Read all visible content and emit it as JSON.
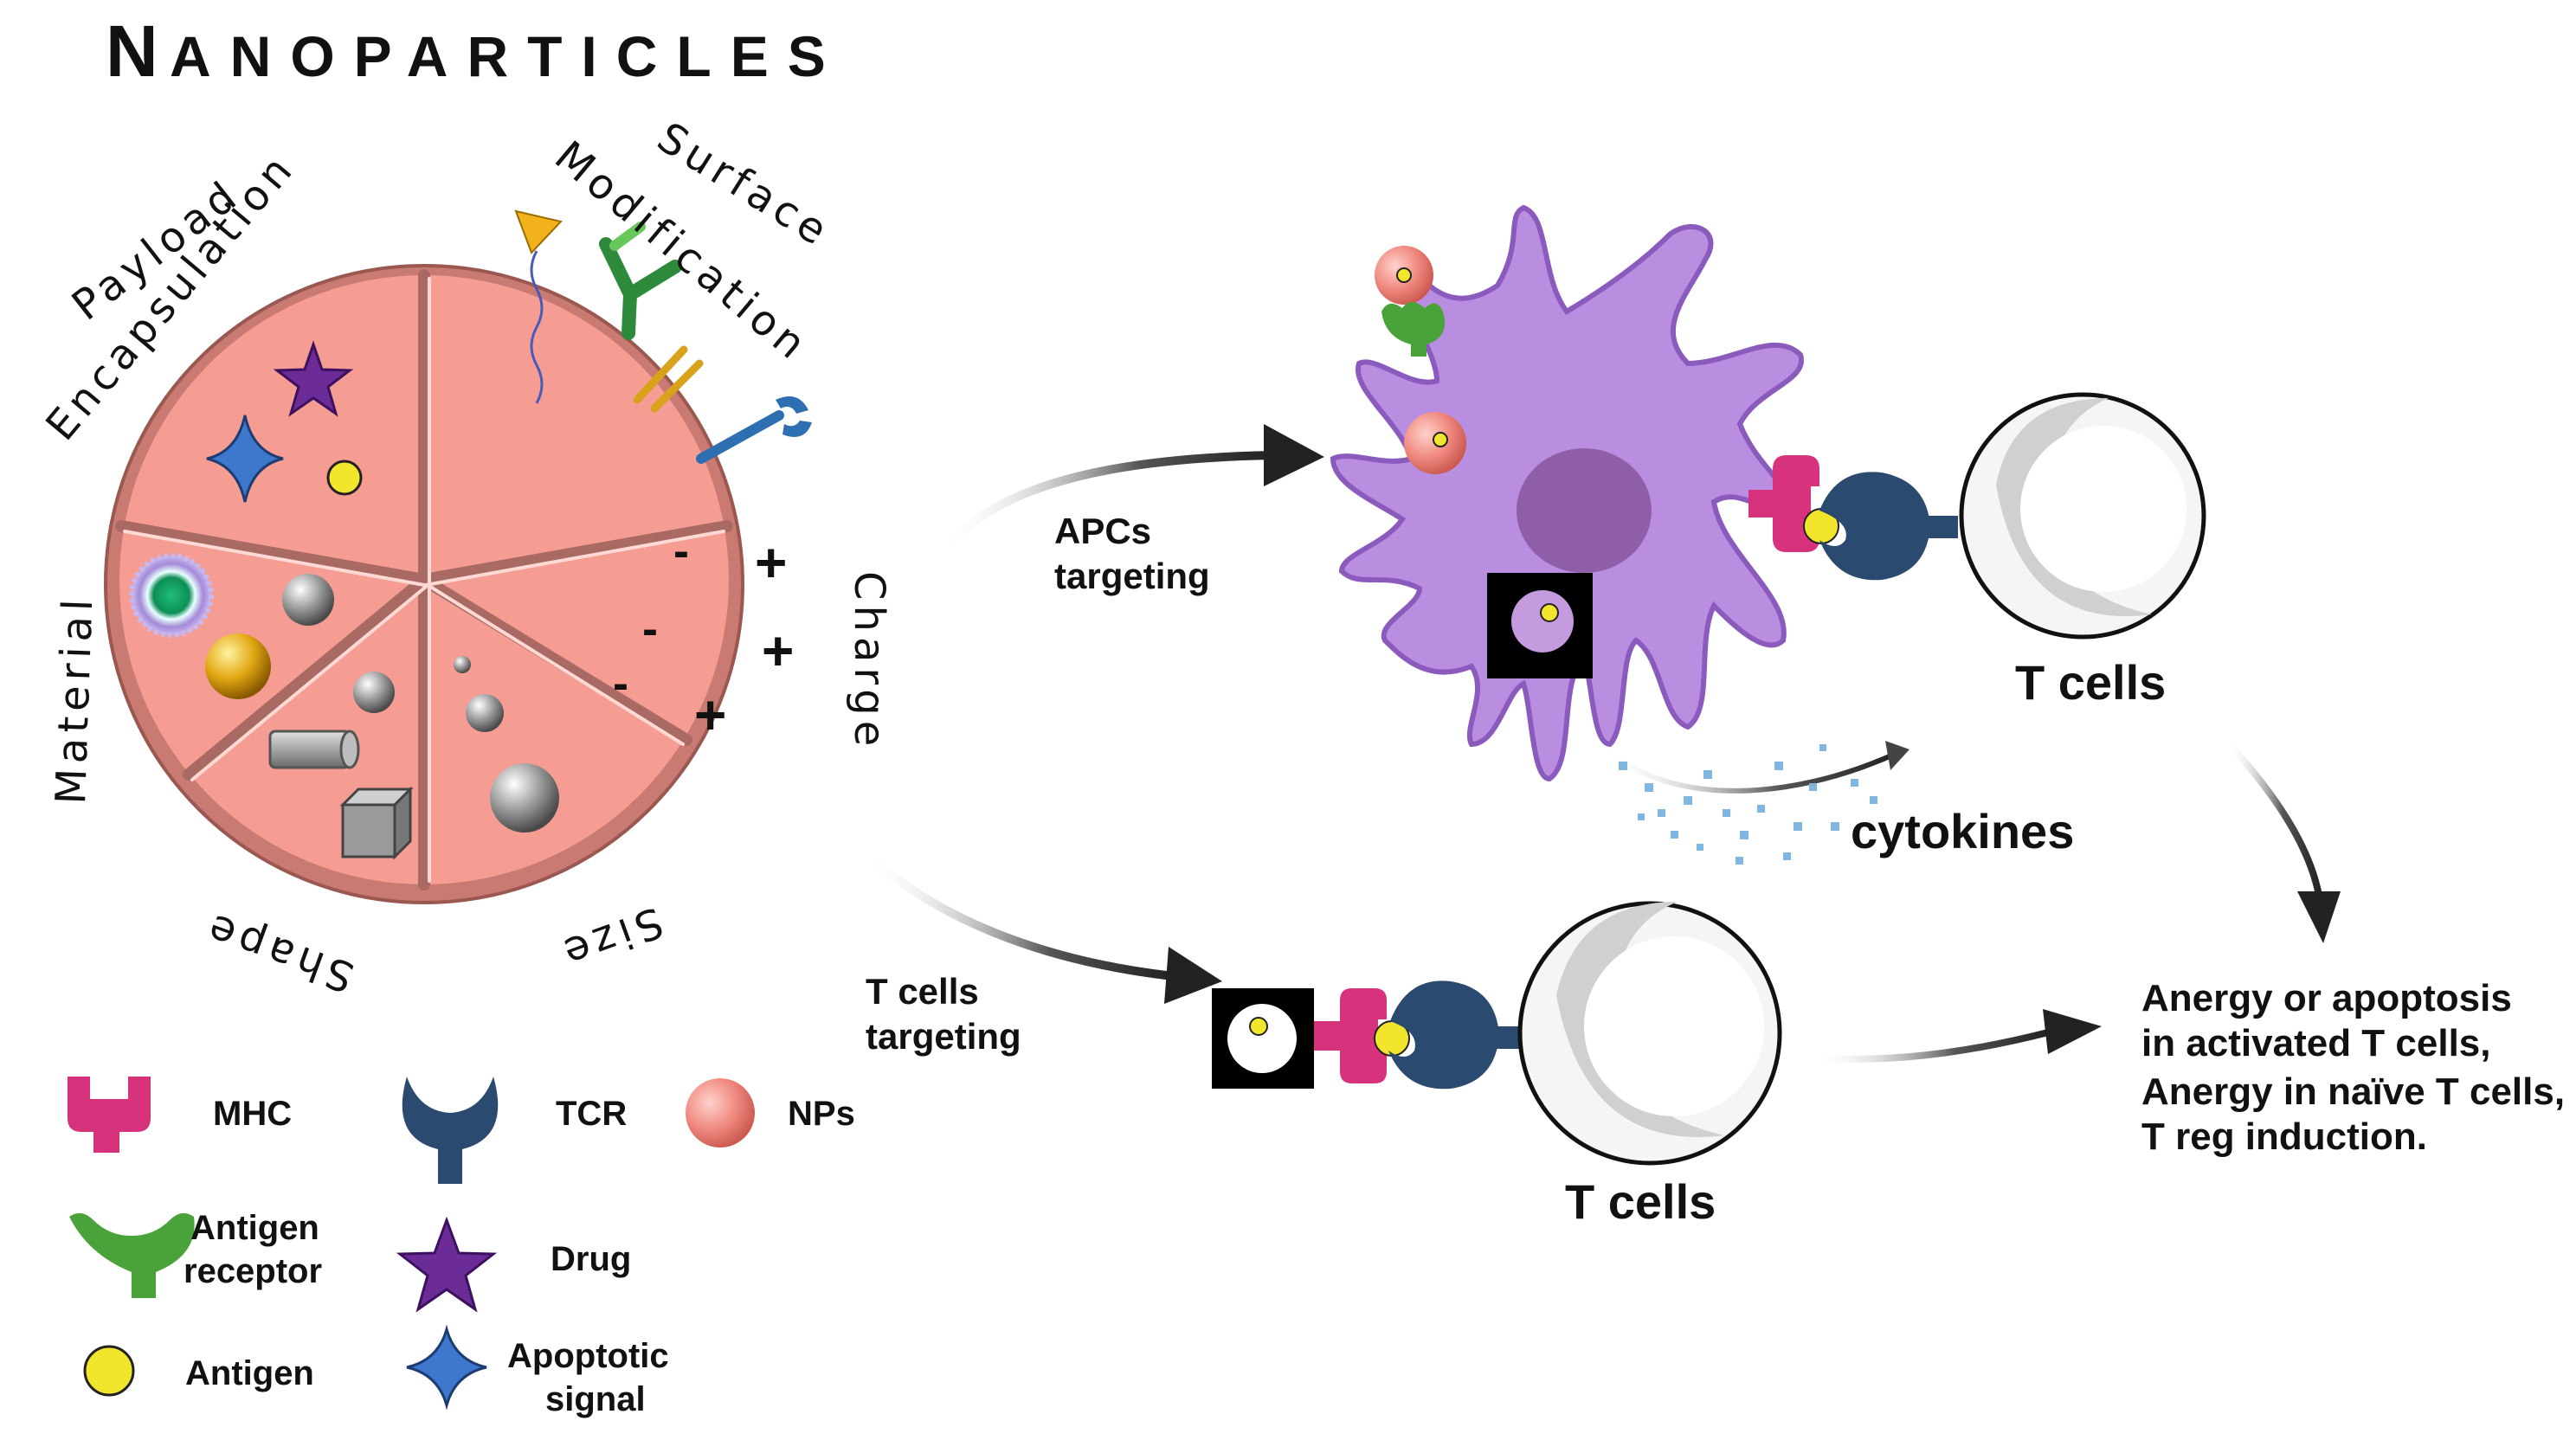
{
  "title": {
    "initial": "N",
    "rest": "ANOPARTICLES"
  },
  "wheel": {
    "payload_line1": "Payload",
    "payload_line2": "Encapsulation",
    "surface_line1": "Surface",
    "surface_line2": "Modification",
    "charge": "Charge",
    "size": "Size",
    "shape": "Shape",
    "material": "Material",
    "minus_sign": "-",
    "plus_sign": "+"
  },
  "arrows": {
    "apc_line1": "APCs",
    "apc_line2": "targeting",
    "tcell_line1": "T cells",
    "tcell_line2": "targeting"
  },
  "labels": {
    "tcells_top": "T cells",
    "tcells_bottom": "T cells",
    "cytokines": "cytokines"
  },
  "outcome": {
    "line1": "Anergy or apoptosis",
    "line2": "in activated T cells,",
    "line3": "Anergy in naïve T cells,",
    "line4": "T reg induction."
  },
  "legend": {
    "mhc": "MHC",
    "tcr": "TCR",
    "nps": "NPs",
    "antigen_receptor_line1": "Antigen",
    "antigen_receptor_line2": "receptor",
    "drug": "Drug",
    "antigen": "Antigen",
    "apoptotic_line1": "Apoptotic",
    "apoptotic_line2": "signal"
  },
  "colors": {
    "np_salmon": "#f08a80",
    "apc_purple": "#b98ee0",
    "mhc_magenta": "#d6337c",
    "tcr_navy": "#2a4a6f",
    "antigen_yellow": "#f1e62c",
    "receptor_green": "#4aa33a",
    "drug_purple": "#6b2c97",
    "apoptotic_blue": "#3e78cc"
  }
}
